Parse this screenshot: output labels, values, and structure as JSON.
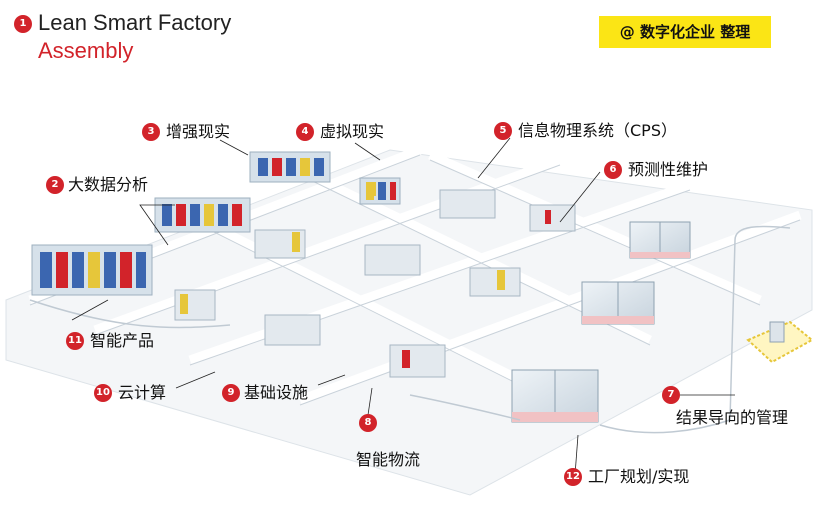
{
  "header": {
    "title": "Lean Smart Factory",
    "subtitle": "Assembly",
    "badge": "@ 数字化企业 整理",
    "title_marker": "1"
  },
  "callouts": [
    {
      "number": "2",
      "text": "大数据分析"
    },
    {
      "number": "3",
      "text": "增强现实"
    },
    {
      "number": "4",
      "text": "虚拟现实"
    },
    {
      "number": "5",
      "text": "信息物理系统（CPS）"
    },
    {
      "number": "6",
      "text": "预测性维护"
    },
    {
      "number": "7",
      "text": "结果导向的管理"
    },
    {
      "number": "8",
      "text": "智能物流"
    },
    {
      "number": "9",
      "text": "基础设施"
    },
    {
      "number": "10",
      "text": "云计算"
    },
    {
      "number": "11",
      "text": "智能产品"
    },
    {
      "number": "12",
      "text": "工厂规划/实现"
    }
  ],
  "colors": {
    "accent": "#d2232a",
    "badge": "#fbe515",
    "floor": "#f4f6f8",
    "line": "#c9d2da"
  }
}
